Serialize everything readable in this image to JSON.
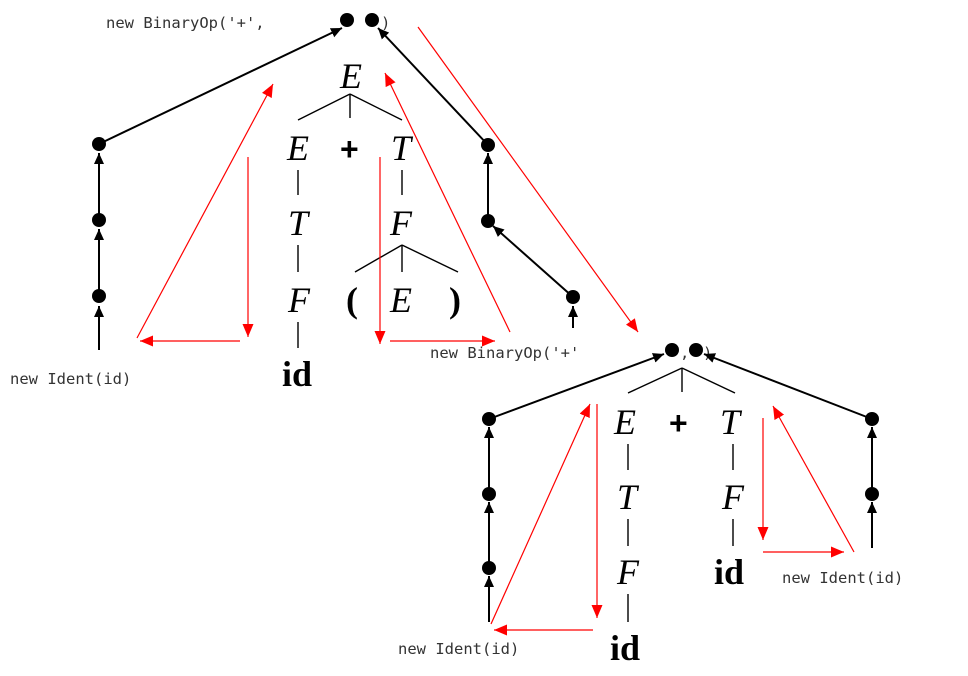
{
  "code_labels": {
    "top_binaryop": "new BinaryOp('+',",
    "top_binaryop_close": ")",
    "mid_binaryop": "new BinaryOp('+'",
    "mid_binaryop_comma": ",",
    "mid_binaryop_close": ")",
    "ident_left": "new Ident(id)",
    "ident_bottom": "new Ident(id)",
    "ident_right": "new Ident(id)"
  },
  "top_tree": {
    "root": "E",
    "e": "E",
    "plus": "+",
    "t": "T",
    "t_under_e": "T",
    "f_right": "F",
    "f_left": "F",
    "lparen": "(",
    "inner_e": ")",
    "inner_e_sym": "E",
    "id": "id"
  },
  "bottom_tree": {
    "e": "E",
    "plus": "+",
    "t": "T",
    "t_under_e": "T",
    "f_right": "F",
    "f_left": "F",
    "id_left": "id",
    "id_right": "id"
  },
  "colors": {
    "tree": "#000000",
    "ast_arrows": "#000000",
    "traversal_arrows": "#ff0000",
    "code_text": "#333333"
  }
}
